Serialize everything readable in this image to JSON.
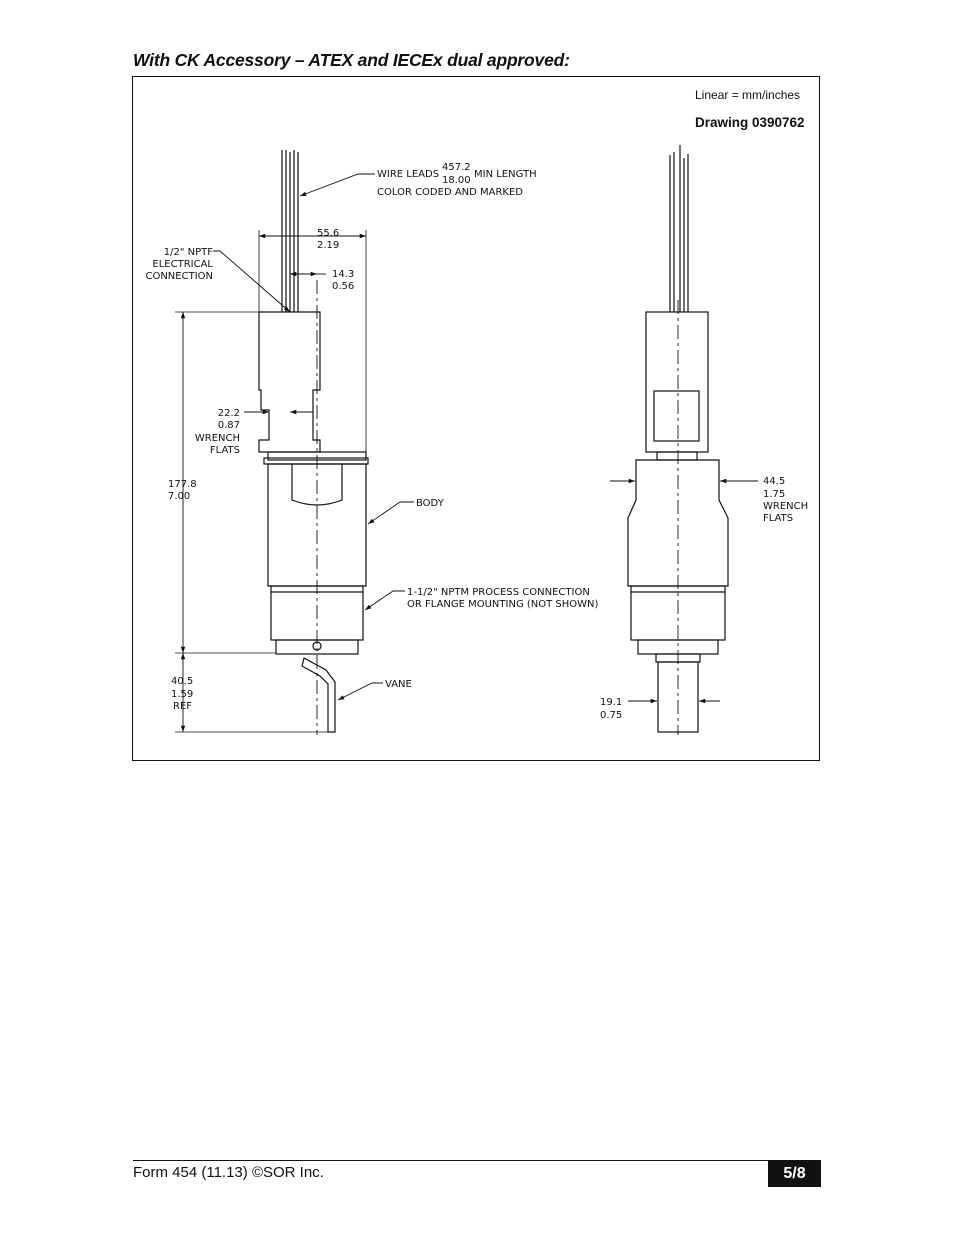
{
  "heading": "With CK Accessory – ATEX and IECEx dual approved:",
  "units_note": "Linear = mm/inches",
  "drawing_number": "Drawing 0390762",
  "labels": {
    "wire_leads": "WIRE LEADS",
    "wire_len_mm": "457.2",
    "wire_len_in": "18.00",
    "min_length": "MIN LENGTH",
    "color_coded": "COLOR CODED AND MARKED",
    "nptf_1": "1/2\" NPTF",
    "nptf_2": "ELECTRICAL",
    "nptf_3": "CONNECTION",
    "dim_width_mm": "55.6",
    "dim_width_in": "2.19",
    "dim_offset_mm": "14.3",
    "dim_offset_in": "0.56",
    "wrench_mm": "22.2",
    "wrench_in": "0.87",
    "wrench_1": "WRENCH",
    "wrench_2": "FLATS",
    "height_mm": "177.8",
    "height_in": "7.00",
    "body": "BODY",
    "process_1": "1-1/2\" NPTM PROCESS CONNECTION",
    "process_2": "OR FLANGE MOUNTING (NOT SHOWN)",
    "vane_mm": "40.5",
    "vane_in": "1.59",
    "vane_ref": "REF",
    "vane": "VANE",
    "side_wrench_mm": "44.5",
    "side_wrench_in": "1.75",
    "side_wrench_1": "WRENCH",
    "side_wrench_2": "FLATS",
    "vane_width_mm": "19.1",
    "vane_width_in": "0.75"
  },
  "footer": {
    "form": "Form 454 (11.13) ©SOR Inc.",
    "page": "5/8"
  }
}
